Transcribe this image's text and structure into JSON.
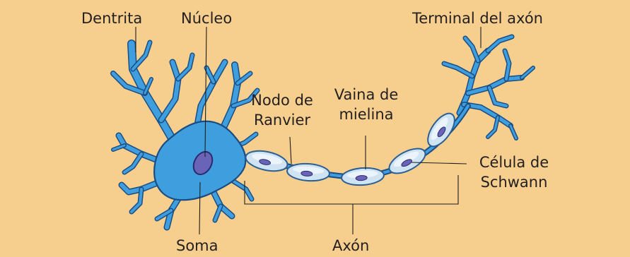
{
  "colors": {
    "background": "#f6cf8e",
    "neuron_body": "#3f9fde",
    "neuron_outline": "#1a4d84",
    "myelin": "#cfe3f3",
    "nucleus": "#6a64b8",
    "text": "#231f20"
  },
  "labels": {
    "dendrite": "Dentrita",
    "nucleus": "Núcleo",
    "axon_terminal": "Terminal del axón",
    "node_of_ranvier": "Nodo de\nRanvier",
    "myelin_sheath": "Vaina de\nmielina",
    "schwann_cell": "Célula de\nSchwann",
    "soma": "Soma",
    "axon": "Axón"
  }
}
